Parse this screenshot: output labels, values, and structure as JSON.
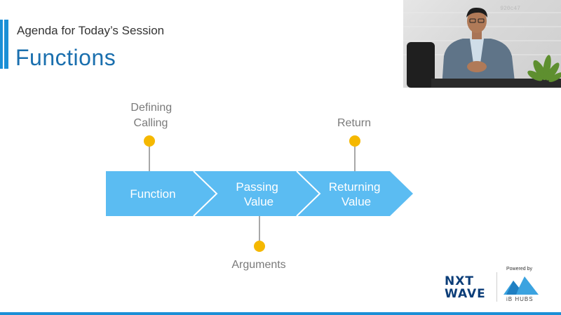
{
  "slide": {
    "subtitle": "Agenda for Today’s Session",
    "title": "Functions"
  },
  "flow": {
    "steps": [
      "Function",
      "Passing\nValue",
      "Returning\nValue"
    ],
    "above_labels": {
      "step1": [
        "Defining",
        "Calling"
      ],
      "step3": [
        "Return"
      ]
    },
    "below_labels": {
      "step2": [
        "Arguments"
      ]
    }
  },
  "colors": {
    "accent": "#1a8fd6",
    "title": "#1a6fae",
    "chevron": "#5bbcf2",
    "dot": "#f5b800",
    "label_gray": "#7a7a7a"
  },
  "webcam": {
    "code": "920c47"
  },
  "branding": {
    "nxtwave_line1": "NXT",
    "nxtwave_line2": "WAVE",
    "powered_by": "Powered by",
    "ibhubs": "iB HUBS"
  }
}
